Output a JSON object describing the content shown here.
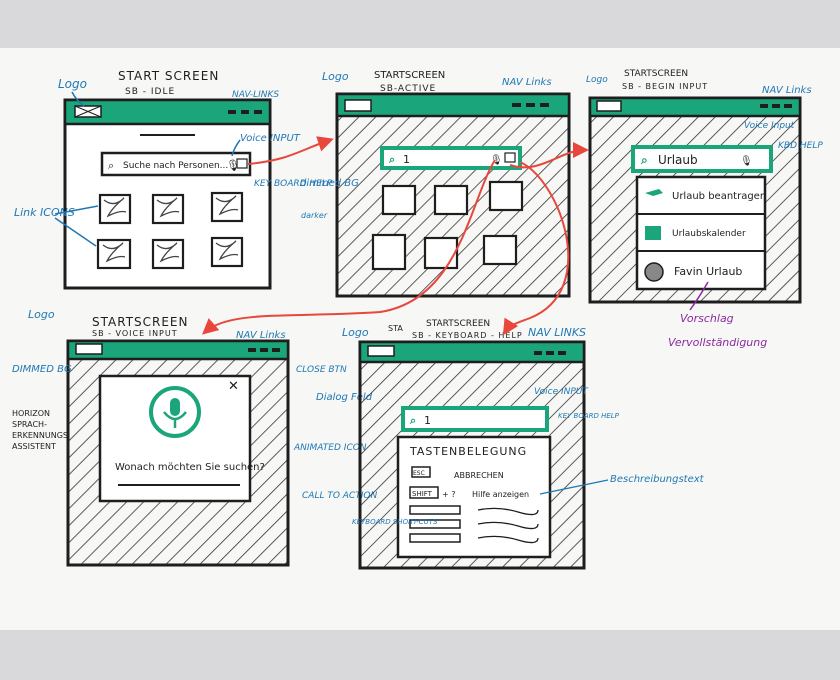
{
  "frames": {
    "idle": {
      "title": "START SCREEN",
      "state": "SB - IDLE",
      "search_placeholder": "Suche nach Personen..."
    },
    "active": {
      "title": "STARTSCREEN",
      "state": "SB-ACTIVE",
      "search_value": "1"
    },
    "begin": {
      "title": "STARTSCREEN",
      "state": "SB - BEGIN INPUT",
      "search_value": "Urlaub",
      "suggestions": [
        "Urlaub beantragen",
        "Urlaubskalender",
        "Favin Urlaub"
      ]
    },
    "voice": {
      "title": "STARTSCREEN",
      "state": "SB - VOICE INPUT",
      "prompt": "Wonach möchten Sie suchen?"
    },
    "kbd": {
      "title": "STARTSCREEN",
      "state": "SB - KEYBOARD - HELP",
      "search_value": "1",
      "panel_title": "TASTENBELEGUNG",
      "row1_key": "ESC",
      "row1_text": "ABBRECHEN",
      "row2_key": "SHIFT",
      "row2_plus": "+ ?",
      "row2_text": "Hilfe anzeigen"
    }
  },
  "annotations": {
    "logo": "Logo",
    "nav_links": "NAV-LINKS",
    "nav_links_2": "NAV Links",
    "nav_links_3": "NAV Links",
    "voice_input": "Voice INPUT",
    "keyboard_help": "KEY BOARD HELP",
    "link_icons": "Link ICONS",
    "dimmed_bg": "dimmed BG",
    "darker": "darker",
    "logo_2": "Logo",
    "nav_links_4": "NAV Links",
    "voice_input_2": "Voice Input",
    "kbd_help": "KBD HELP",
    "vorschlag": "Vorschlag",
    "vervollstaendigung": "Vervollständigung",
    "dimmed_bg_2": "DIMMED BG",
    "horizon_1": "HORIZON",
    "horizon_2": "SPRACH-",
    "horizon_3": "ERKENNUNGS",
    "horizon_4": "ASSISTENT",
    "close_btn": "CLOSE BTN",
    "dialog_feld": "Dialog Feld",
    "animated_icon": "ANIMATED ICON",
    "call_to_action": "CALL TO ACTION",
    "logo_3": "Logo",
    "sta": "STA",
    "nav_links_5": "NAV LINKS",
    "voice_input_3": "Voice INPUT",
    "key_board_help_2": "KEY BOARD HELP",
    "beschreibungstext": "Beschreibungstext",
    "keyboard_shortcuts": "KEYBOARD SHORT-CUTS"
  },
  "colors": {
    "accent": "#1aa57b",
    "ink": "#1e1e1e",
    "annotation": "#1f78b4",
    "flow": "#e8473c",
    "purple": "#8a2b9e"
  }
}
